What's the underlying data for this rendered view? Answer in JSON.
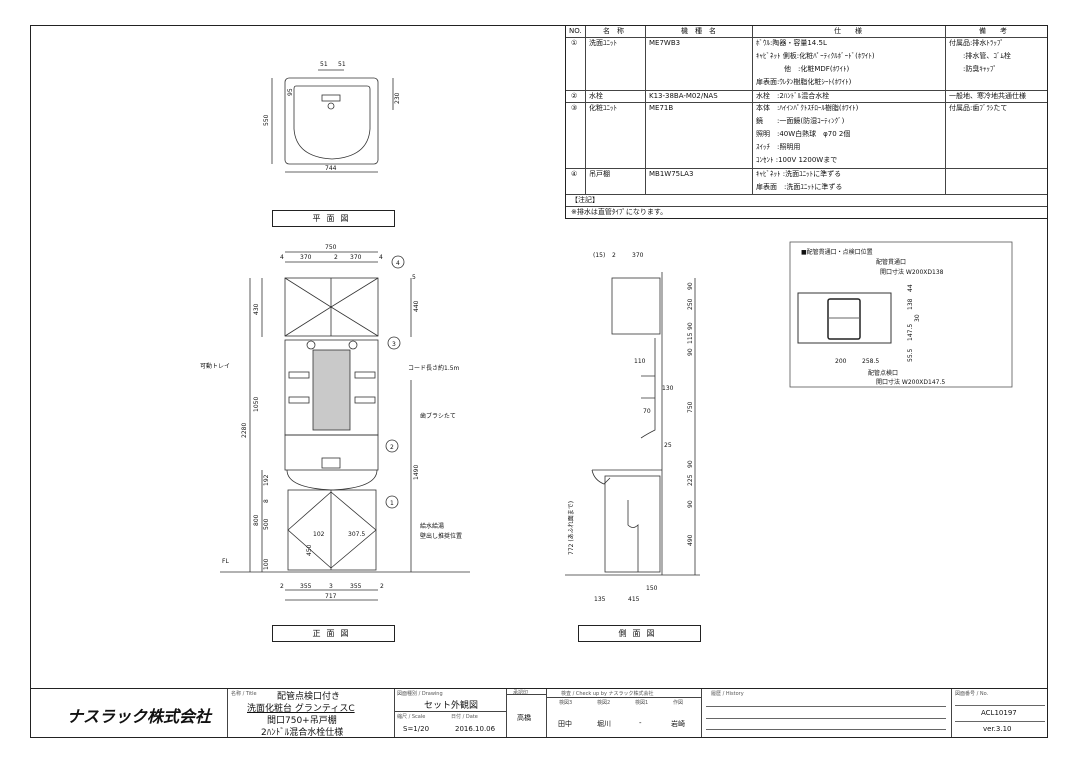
{
  "spec_table": {
    "headers": [
      "NO.",
      "名　称",
      "機　種　名",
      "仕　　様",
      "備　　考"
    ],
    "rows": [
      {
        "no": "①",
        "name": "洗面ﾕﾆｯﾄ",
        "model": "ME7WB3",
        "spec": [
          "ﾎﾞｳﾙ:陶器・容量14.5L",
          "ｷｬﾋﾞﾈｯﾄ 側板:化粧ﾊﾟｰﾃｨｸﾙﾎﾞｰﾄﾞ(ﾎﾜｲﾄ)",
          "　　　　他　:化粧MDF(ﾎﾜｲﾄ)",
          "扉表面:ｳﾚﾀﾝ樹脂化粧ｼｰﾄ(ﾎﾜｲﾄ)"
        ],
        "note": [
          "付属品:排水ﾄﾗｯﾌﾟ",
          "　　:排水管、ｺﾞﾑ栓",
          "　　:防臭ｷｬｯﾌﾟ"
        ]
      },
      {
        "no": "②",
        "name": "水栓",
        "model": "K13-38BA-M02/NAS",
        "spec": [
          "水栓　:2ﾊﾝﾄﾞﾙ混合水栓"
        ],
        "note": [
          "一般地、寒冷地共通仕様"
        ]
      },
      {
        "no": "③",
        "name": "化粧ﾕﾆｯﾄ",
        "model": "ME71B",
        "spec": [
          "本体　:ﾊｲｲﾝﾊﾟｸﾄｽﾁﾛｰﾙ樹脂(ﾎﾜｲﾄ)",
          "鏡　　:一面鏡(防湿ｺｰﾃｨﾝｸﾞ)",
          "照明　:40W白熱球　φ70 2個",
          "ｽｲｯﾁ　:照明用",
          "ｺﾝｾﾝﾄ :100V 1200Wまで"
        ],
        "note": [
          "付属品:歯ﾌﾞﾗｼたて"
        ]
      },
      {
        "no": "④",
        "name": "吊戸棚",
        "model": "MB1W75LA3",
        "spec": [
          "ｷｬﾋﾞﾈｯﾄ :洗面ﾕﾆｯﾄに準ずる",
          "扉表面　:洗面ﾕﾆｯﾄに準ずる"
        ],
        "note": []
      }
    ],
    "remarks_label": "【注記】",
    "remarks": "※排水は直管ﾀｲﾌﾟになります。"
  },
  "views": {
    "plan_label": "平面図",
    "front_label": "正面図",
    "side_label": "側面図"
  },
  "dims": {
    "plan": {
      "a": "51",
      "b": "51",
      "c": "95",
      "d": "230",
      "e": "550",
      "f": "744"
    },
    "front": {
      "w750": "750",
      "l4": "4",
      "l370": "370",
      "m2": "2",
      "r370": "370",
      "r4": "4",
      "r5": "5",
      "h430": "430",
      "h440": "440",
      "h1050": "1050",
      "h2280": "2280",
      "h1490": "1490",
      "h192": "192",
      "h8": "8",
      "h800": "800",
      "h500": "500",
      "h450": "450",
      "h100": "100",
      "d102": "102",
      "d307": "307.5",
      "b2l": "2",
      "b355l": "355",
      "b3": "3",
      "b355r": "355",
      "b2r": "2",
      "b717": "717",
      "fl": "FL"
    },
    "side": {
      "t15": "(15)",
      "t2": "2",
      "t370": "370",
      "v90a": "90",
      "v250": "250",
      "v90b": "90",
      "v115": "115",
      "v90c": "90",
      "v750": "750",
      "v90d": "90",
      "v225": "225",
      "v90e": "90",
      "v490": "490",
      "h110": "110",
      "h130": "130",
      "h70": "70",
      "h25": "25",
      "h772": "772 (あふれ面まで)",
      "b135": "135",
      "b415": "415",
      "b150": "150"
    }
  },
  "callouts": {
    "tray": "可動トレイ",
    "cord": "コード長さ約1.5m",
    "toothbrush": "歯ブラシたて",
    "supply": "給水給湯",
    "supply2": "壁出し推奨位置",
    "n1": "1",
    "n2": "2",
    "n3": "3",
    "n4": "4"
  },
  "piping": {
    "title": "■配管貫通口・点検口位置",
    "through": "配管貫通口",
    "through_size": "開口寸法 W200XD138",
    "inspect": "配管点検口",
    "inspect_size": "開口寸法 W200XD147.5",
    "d44": "44",
    "d138": "138",
    "d30": "30",
    "d147": "147.5",
    "d55": "55.5",
    "d200": "200",
    "d258": "258.5"
  },
  "title_block": {
    "company": "ナスラック株式会社",
    "title_caption": "名称 / Title",
    "title_lines": [
      "配管点検口付き",
      "洗面化粧台 グランティスC",
      "間口750+吊戸棚",
      "2ﾊﾝﾄﾞﾙ混合水栓仕様"
    ],
    "drawing_caption": "図面種別 / Drawing",
    "drawing": "セット外観図",
    "scale_caption": "縮尺 / Scale",
    "scale": "S=1/20",
    "date_caption": "日付 / Date",
    "date": "2016.10.06",
    "approval_caption": "承認印",
    "approval": "高橋",
    "check_caption": "検査 / Check up by ナスラック株式会社",
    "checkers": [
      {
        "role": "検図3",
        "name": "田中"
      },
      {
        "role": "検図2",
        "name": "堀川"
      },
      {
        "role": "検図1",
        "name": "-"
      },
      {
        "role": "作図",
        "name": "岩崎"
      }
    ],
    "history_caption": "履歴 / History",
    "number_caption": "図面番号 / No.",
    "number": "ACL10197",
    "version": "ver.3.10"
  }
}
